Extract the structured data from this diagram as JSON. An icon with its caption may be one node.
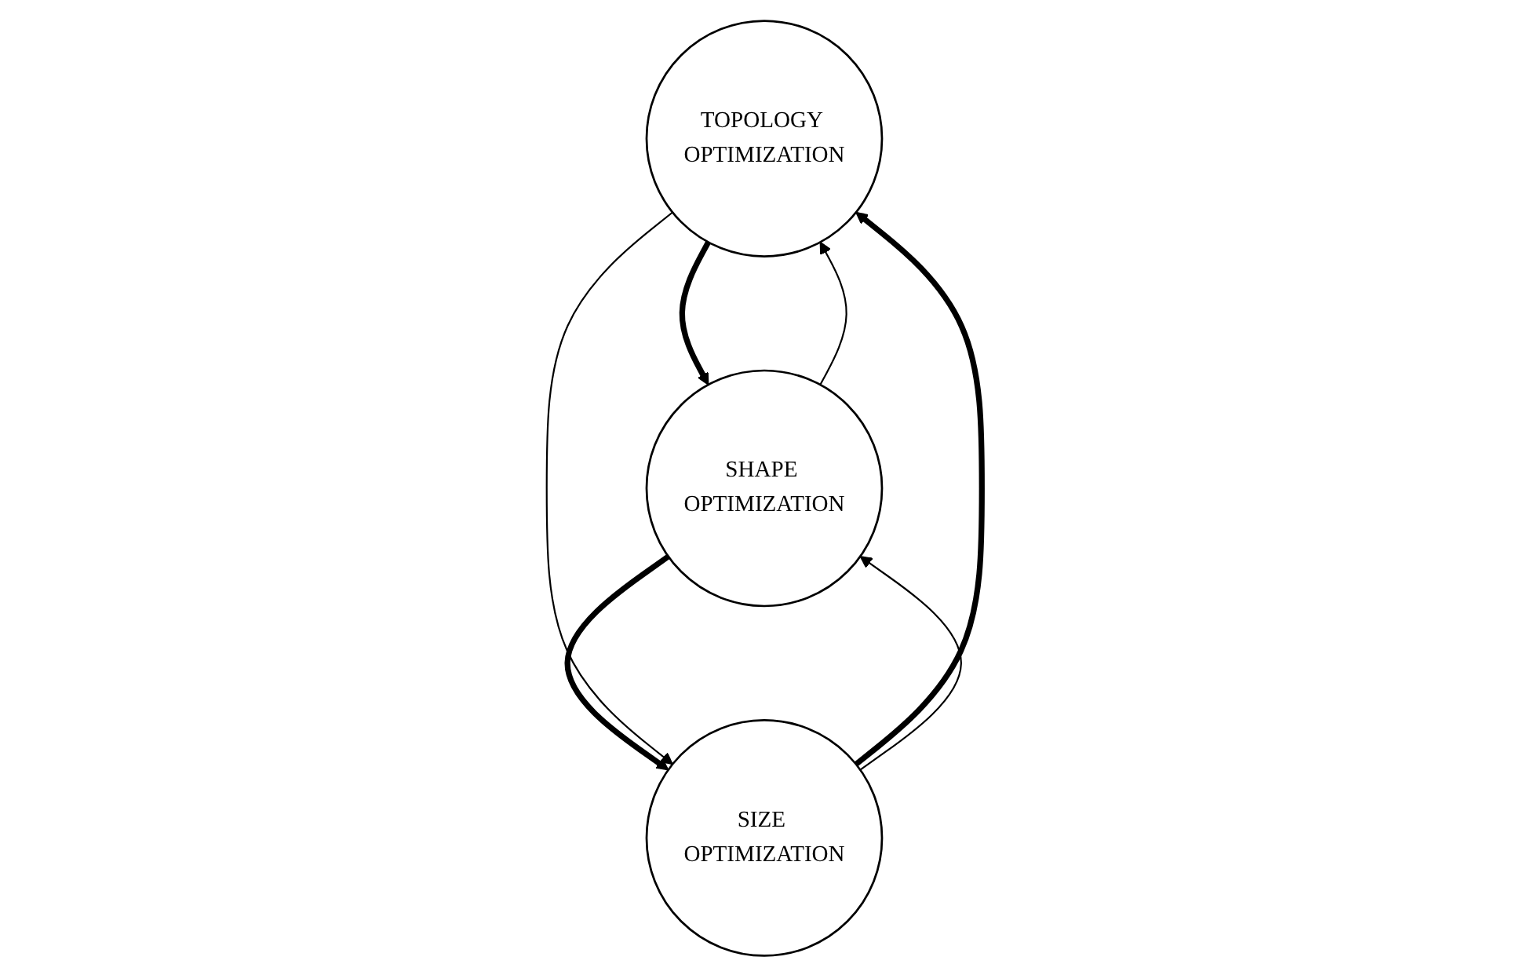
{
  "diagram": {
    "nodes": [
      {
        "text": [
          "TOPOLOGY OPTIMIZATION"
        ]
      },
      {
        "text": [
          "SIZE OPTIMIZATION"
        ]
      },
      {
        "text": [
          "SHAPE OPTIMIZATION"
        ]
      }
    ],
    "edges": [
      {
        "from": 1,
        "to": 0,
        "arrow": "to",
        "style": "thick"
      },
      {
        "from": 0,
        "to": 2,
        "arrow": "to",
        "style": "thick"
      },
      {
        "from": 2,
        "to": 1,
        "arrow": "to",
        "style": "thick"
      },
      {
        "from": 0,
        "to": 1,
        "arrow": "to"
      },
      {
        "from": 2,
        "to": 0,
        "arrow": "to"
      },
      {
        "from": 1,
        "to": 2,
        "arrow": "to"
      }
    ]
  }
}
